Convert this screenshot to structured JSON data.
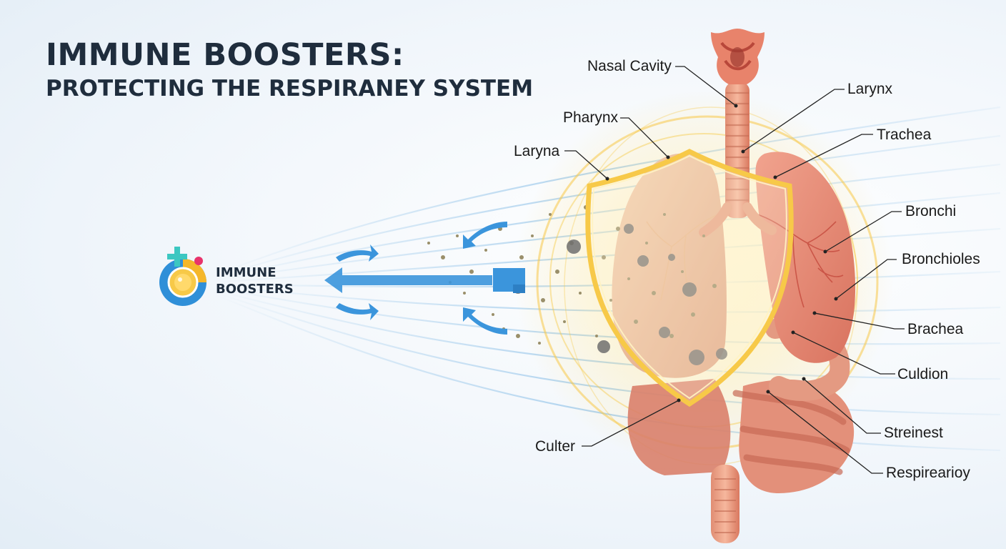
{
  "title": {
    "line1": "IMMUNE BOOSTERS:",
    "line2": "PROTECTING THE RESPIRANEY SYSTEM"
  },
  "badge": {
    "line1": "IMMUNE",
    "line2": "BOOSTERS",
    "icon": "immune-booster-icon"
  },
  "labels": {
    "nasal_cavity": "Nasal Cavity",
    "larynx": "Larynx",
    "pharynx": "Pharynx",
    "trachea": "Trachea",
    "laryna": "Laryna",
    "bronchi": "Bronchi",
    "bronchioles": "Bronchioles",
    "brachea": "Brachea",
    "culdion": "Culdion",
    "culter": "Culter",
    "streinest": "Streinest",
    "respirearioy": "Respirearioy"
  },
  "colors": {
    "title": "#1f2d3d",
    "arrow_blue": "#3b95dc",
    "shield_glow": "#f7c948",
    "tissue": "#e8917a"
  }
}
